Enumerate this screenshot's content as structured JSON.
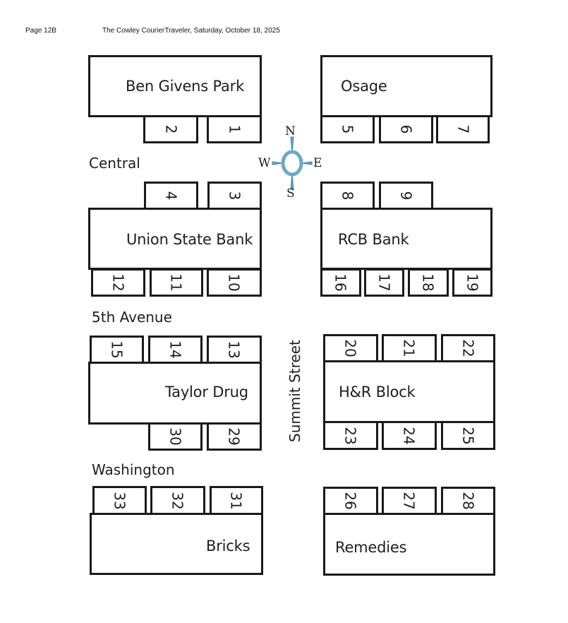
{
  "header": {
    "page": "Page 12B",
    "publication": "The Cowley CourierTraveler, Saturday, October 18, 2025"
  },
  "streets": {
    "central": "Central",
    "fifth": "5th Avenue",
    "washington": "Washington",
    "summit": "Summit Street"
  },
  "compass": {
    "n": "N",
    "s": "S",
    "e": "E",
    "w": "W",
    "color": "#6fa8c8"
  },
  "blocks": {
    "ben_givens": "Ben Givens Park",
    "osage": "Osage",
    "union_state": "Union State Bank",
    "rcb": "RCB Bank",
    "taylor": "Taylor Drug",
    "hr_block": "H&R Block",
    "bricks": "Bricks",
    "remedies": "Remedies"
  },
  "stalls": {
    "s1": "1",
    "s2": "2",
    "s3": "3",
    "s4": "4",
    "s5": "5",
    "s6": "6",
    "s7": "7",
    "s8": "8",
    "s9": "9",
    "s10": "10",
    "s11": "11",
    "s12": "12",
    "s13": "13",
    "s14": "14",
    "s15": "15",
    "s16": "16",
    "s17": "17",
    "s18": "18",
    "s19": "19",
    "s20": "20",
    "s21": "21",
    "s22": "22",
    "s23": "23",
    "s24": "24",
    "s25": "25",
    "s26": "26",
    "s27": "27",
    "s28": "28",
    "s29": "29",
    "s30": "30",
    "s31": "31",
    "s32": "32",
    "s33": "33"
  }
}
